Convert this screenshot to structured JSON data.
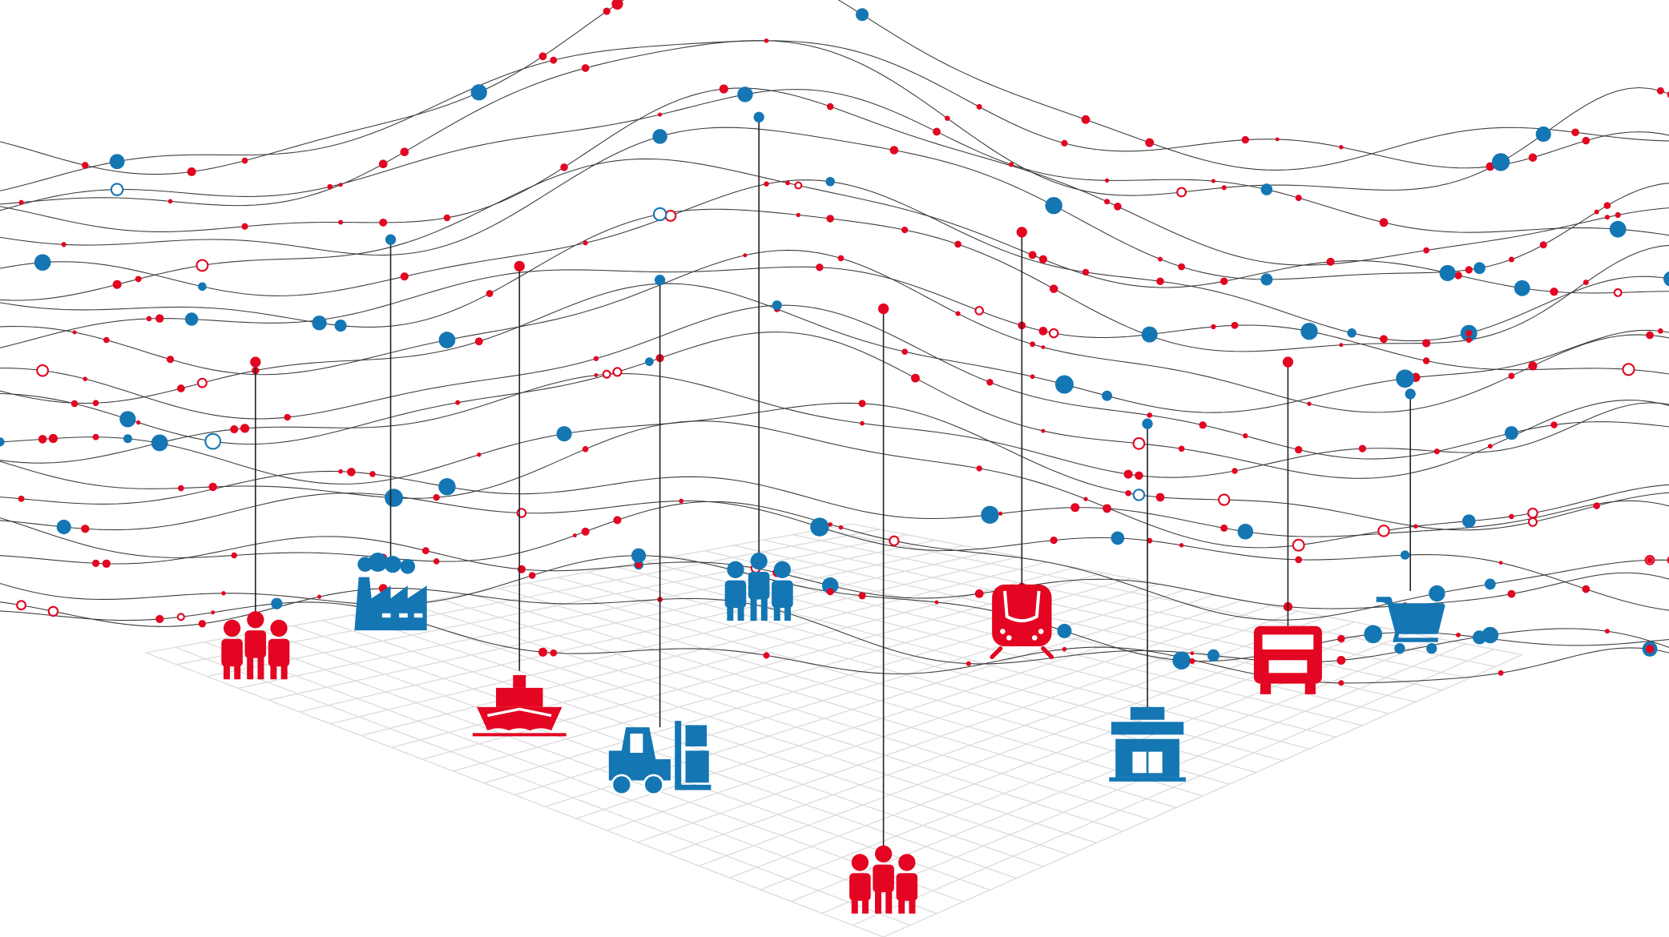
{
  "colors": {
    "accent_red": "#e30521",
    "accent_blue": "#1477b4",
    "line": "#3a3a3a",
    "grid": "#dcdcdc"
  },
  "markers": [
    {
      "icon": "people-icon",
      "color": "red"
    },
    {
      "icon": "factory-icon",
      "color": "blue"
    },
    {
      "icon": "ship-icon",
      "color": "red"
    },
    {
      "icon": "forklift-icon",
      "color": "blue"
    },
    {
      "icon": "people-icon",
      "color": "blue"
    },
    {
      "icon": "people-icon",
      "color": "red"
    },
    {
      "icon": "train-icon",
      "color": "red"
    },
    {
      "icon": "store-icon",
      "color": "blue"
    },
    {
      "icon": "truck-icon",
      "color": "red"
    },
    {
      "icon": "shopping-cart-icon",
      "color": "blue"
    }
  ]
}
